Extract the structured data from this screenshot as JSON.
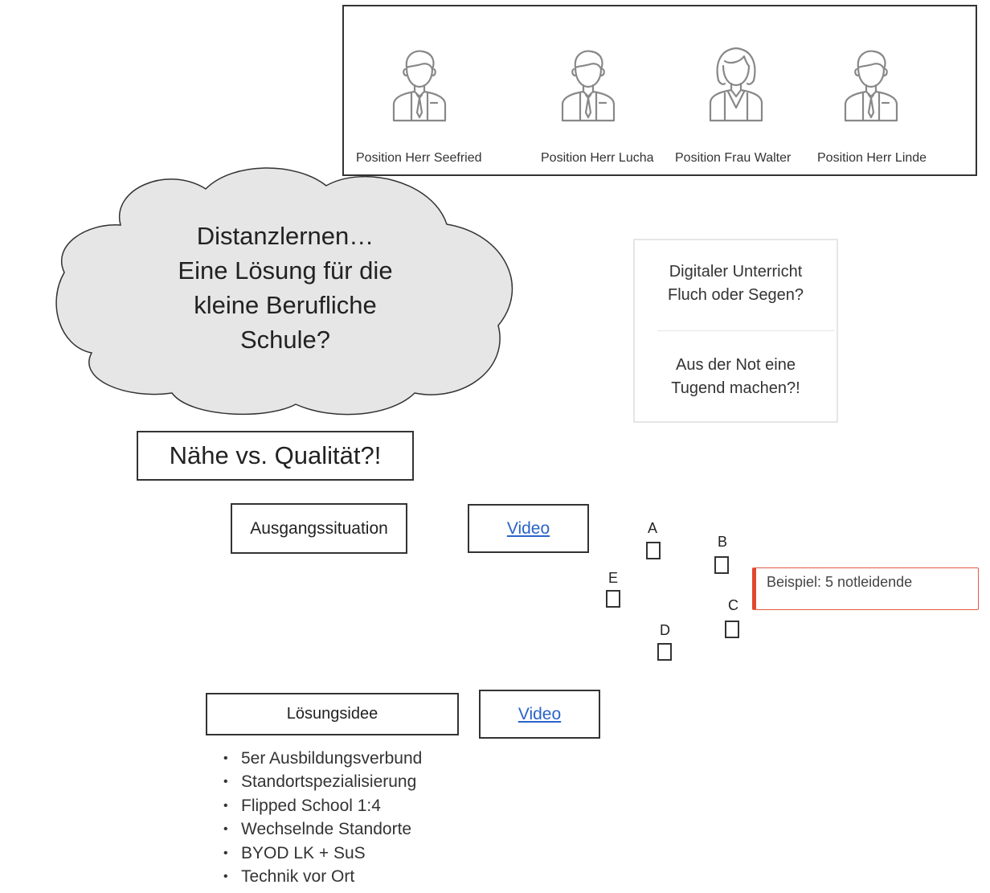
{
  "people": [
    {
      "label": "Position Herr Seefried",
      "icon": "man-icon"
    },
    {
      "label": "Position Herr Lucha",
      "icon": "man-icon"
    },
    {
      "label": "Position Frau Walter",
      "icon": "woman-icon"
    },
    {
      "label": "Position Herr Linde",
      "icon": "man-icon"
    }
  ],
  "cloud": {
    "lines": [
      "Distanzlernen…",
      "Eine Lösung für die",
      "kleine Berufliche",
      "Schule?"
    ]
  },
  "quote_box": {
    "top": [
      "Digitaler Unterricht",
      "Fluch oder Segen?"
    ],
    "bottom": [
      "Aus der Not eine",
      "Tugend machen?!"
    ]
  },
  "naehe_title": "Nähe vs. Qualität?!",
  "ausgang_label": "Ausgangssituation",
  "loesung_label": "Lösungsidee",
  "video_link_1": "Video",
  "video_link_2": "Video",
  "schools": [
    {
      "label": "A"
    },
    {
      "label": "B"
    },
    {
      "label": "C"
    },
    {
      "label": "D"
    },
    {
      "label": "E"
    }
  ],
  "callout": {
    "text": "Beispiel: 5 notleidende"
  },
  "ideas": [
    "5er Ausbildungsverbund",
    "Standortspezialisierung",
    "Flipped School 1:4",
    "Wechselnde Standorte",
    "BYOD LK + SuS",
    "Technik vor Ort"
  ],
  "colors": {
    "border": "#333333",
    "cloud_fill": "#e6e6e6",
    "link": "#2a63c9",
    "callout_accent": "#e0472f",
    "icon_stroke": "#888888"
  }
}
